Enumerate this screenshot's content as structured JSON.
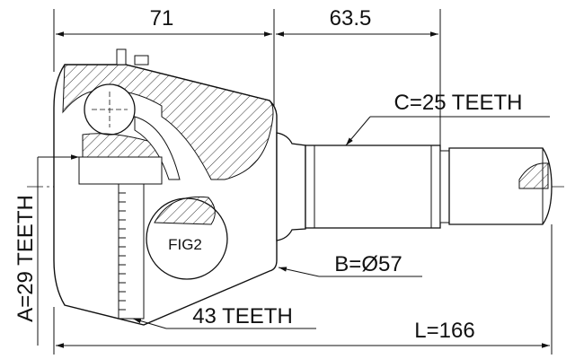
{
  "dimensions": {
    "top_left": "71",
    "top_right": "63.5",
    "spline_c": "C=25 TEETH",
    "diameter_b": "B=Ø57",
    "ring_teeth": "43 TEETH",
    "spline_a": "A=29 TEETH",
    "length_l": "L=166"
  },
  "labels": {
    "fig": "FIG2"
  },
  "colors": {
    "line": "#111111",
    "hatch": "#333333",
    "background": "#ffffff"
  }
}
